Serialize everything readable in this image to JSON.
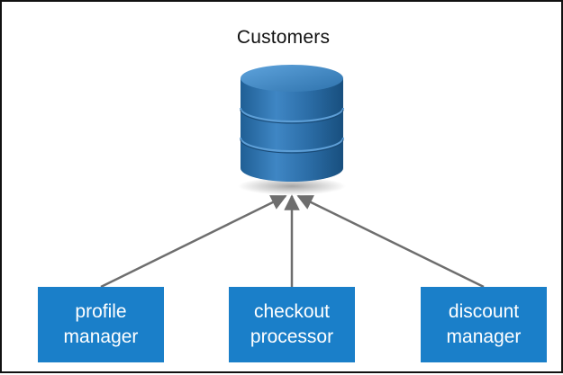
{
  "database": {
    "title": "Customers",
    "icon": "database-icon",
    "color": "#2f73ad"
  },
  "services": [
    {
      "line1": "profile",
      "line2": "manager"
    },
    {
      "line1": "checkout",
      "line2": "processor"
    },
    {
      "line1": "discount",
      "line2": "manager"
    }
  ],
  "colors": {
    "box": "#1a7fc9",
    "box_text": "#ffffff",
    "arrow": "#6e6e6e",
    "border": "#111111"
  }
}
